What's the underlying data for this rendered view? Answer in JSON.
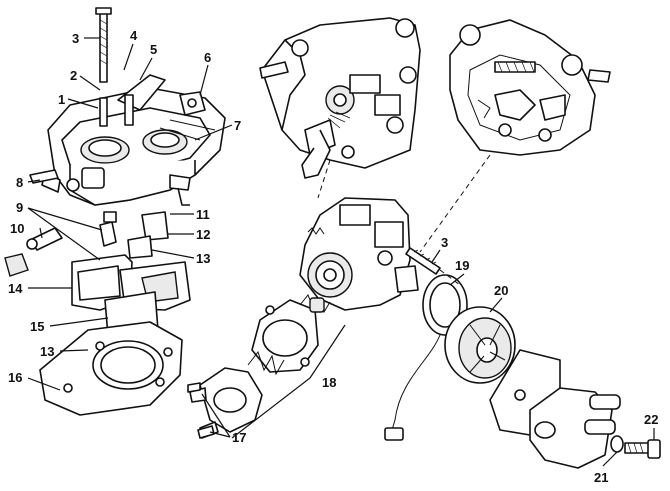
{
  "callouts": {
    "c1": "1",
    "c2": "2",
    "c3": "3",
    "c4": "4",
    "c5": "5",
    "c6": "6",
    "c7": "7",
    "c8": "8",
    "c9": "9",
    "c10": "10",
    "c11": "11",
    "c12": "12",
    "c13a": "13",
    "c13b": "13",
    "c14": "14",
    "c15": "15",
    "c16": "16",
    "c17": "17",
    "c18": "18",
    "c19": "19",
    "c20": "20",
    "c21": "21",
    "c22": "22",
    "c3b": "3"
  }
}
